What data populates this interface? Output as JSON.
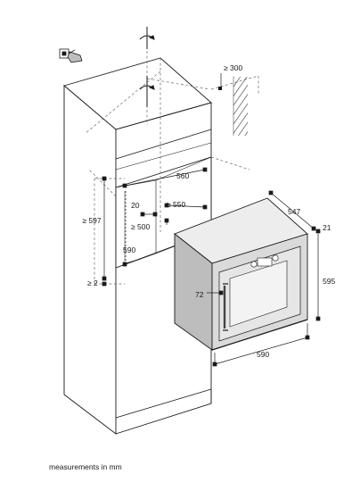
{
  "dimensions": {
    "clearance_top": "≥ 300",
    "niche_width": "560",
    "niche_height": "≥ 597",
    "gap_20": "20",
    "vent_depth_550": "≥ 550",
    "vent_depth_500": "≥ 500",
    "niche_inner_590": "590",
    "bottom_gap": "≥ 2",
    "oven_depth": "547",
    "front_thickness": "21",
    "oven_height": "595",
    "handle_offset": "72",
    "oven_width": "590"
  },
  "caption": "measurements in mm",
  "colors": {
    "line": "#1a1a1a",
    "dash": "#6a6a6a",
    "cabinet_face": "#ffffff",
    "oven_side": "#bdbdbd",
    "oven_front": "#dadada",
    "hatch": "#333333"
  },
  "icons": [
    "drill-icon",
    "rotate-arrow-icon"
  ]
}
